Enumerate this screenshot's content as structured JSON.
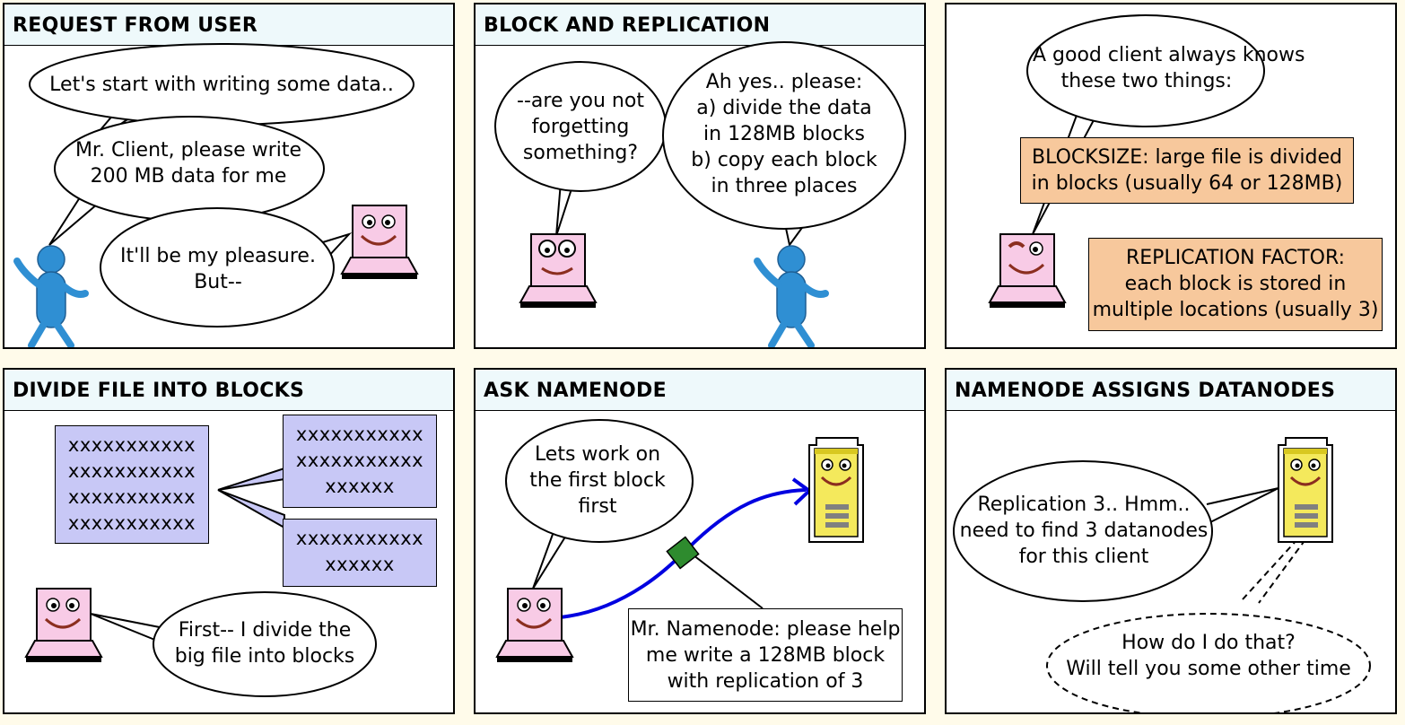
{
  "panels": [
    {
      "title": "REQUEST FROM USER",
      "bubbles": [
        "Let's start with writing some data..",
        "Mr. Client, please write\n200 MB data for me",
        "It'll be my pleasure.\nBut--"
      ]
    },
    {
      "title": "BLOCK AND REPLICATION",
      "bubbles": [
        "--are you not\nforgetting\nsomething?",
        "Ah yes.. please:\na) divide the data\nin 128MB blocks\nb) copy each block\nin three places"
      ]
    },
    {
      "title": "",
      "bubbles": [
        "A good client always knows\nthese two things:"
      ],
      "notes": [
        "BLOCKSIZE: large file is divided\nin blocks (usually 64 or 128MB)",
        "REPLICATION FACTOR:\neach block is stored in\nmultiple locations (usually 3)"
      ]
    },
    {
      "title": "DIVIDE FILE INTO BLOCKS",
      "blocks": [
        "xxxxxxxxxxx\nxxxxxxxxxxx\nxxxxxxxxxxx\nxxxxxxxxxxx",
        "xxxxxxxxxxx\nxxxxxxxxxxx\nxxxxxx",
        "xxxxxxxxxxx\nxxxxxx"
      ],
      "bubbles": [
        "First-- I divide the\nbig file into blocks"
      ]
    },
    {
      "title": "ASK NAMENODE",
      "bubbles": [
        "Lets work on\nthe first block\nfirst"
      ],
      "notes": [
        "Mr. Namenode: please help\nme write a 128MB block\nwith replication of 3"
      ]
    },
    {
      "title": "NAMENODE ASSIGNS DATANODES",
      "bubbles": [
        "Replication 3.. Hmm..\nneed to find 3 datanodes\nfor this client",
        "How do I do that?\nWill tell you some other time"
      ]
    }
  ],
  "colors": {
    "note_fill": "#f7c89c",
    "block_fill": "#c8c8f6",
    "title_fill": "#eef9fb",
    "page_bg": "#fffbea"
  }
}
